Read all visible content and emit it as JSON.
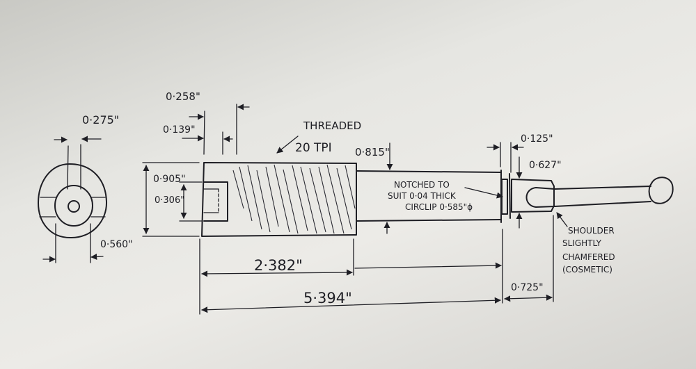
{
  "drawing": {
    "end_view_diameter": "0·275\"",
    "end_view_width": "0·560\"",
    "head_width": "0·258\"",
    "slot_width": "0·139\"",
    "threaded_label_1": "THREADED",
    "threaded_label_2": "20 TPI",
    "body_diameter": "0·905\"",
    "slot_height": "0·306\"",
    "shaft_diameter": "0·815\"",
    "groove_width": "0·125\"",
    "shoulder_diameter": "0·627\"",
    "note_line_1": "NOTCHED TO",
    "note_line_2": "SUIT 0·04 THICK",
    "note_line_3": "CIRCLIP 0·585\"ϕ",
    "thread_length": "2·382\"",
    "overall_length": "5·394\"",
    "shoulder_length": "0·725\"",
    "shoulder_note_1": "SHOULDER",
    "shoulder_note_2": "SLIGHTLY",
    "shoulder_note_3": "CHAMFERED",
    "shoulder_note_4": "(COSMETIC)"
  }
}
